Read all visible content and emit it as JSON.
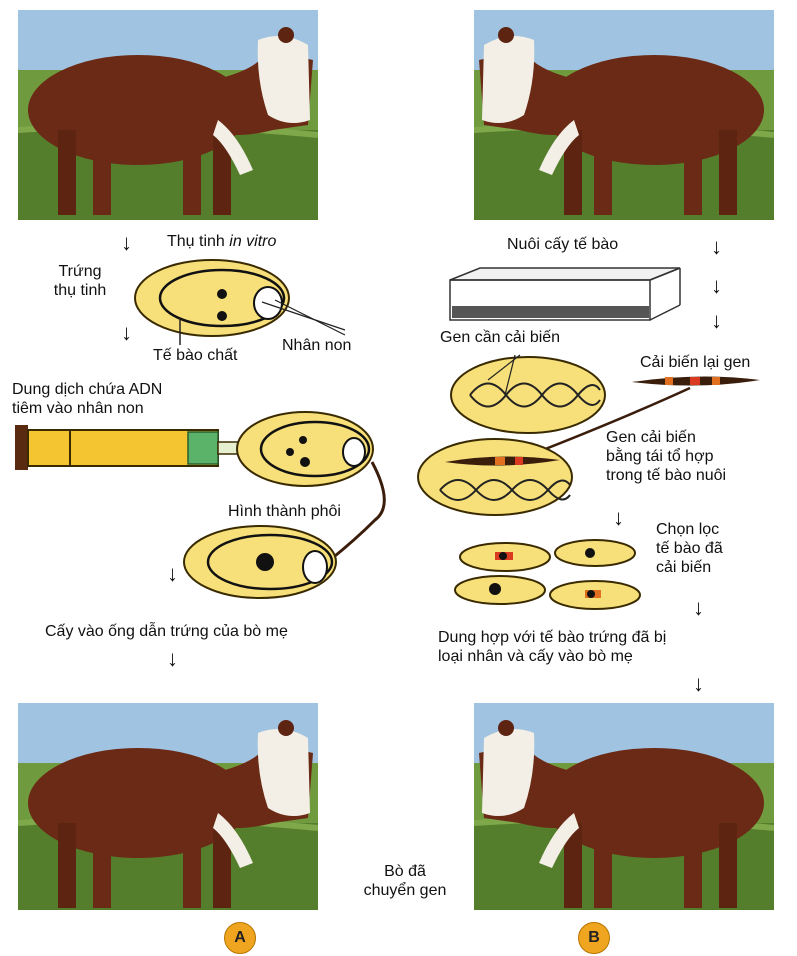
{
  "panel_a": {
    "badge": "A",
    "fertilization": "Thụ tinh ",
    "fertilization_italic": "in vitro",
    "fertilized_egg": "Trứng\nthụ tinh",
    "cytoplasm": "Tế bào chất",
    "pronucleus": "Nhân non",
    "dna_solution": "Dung dịch chứa ADN\ntiêm vào nhân non",
    "embryo_formation": "Hình thành phôi",
    "transfer": "Cấy vào ống dẫn trứng của bò mẹ"
  },
  "panel_b": {
    "badge": "B",
    "cell_culture": "Nuôi cấy tế bào",
    "target_gene": "Gen cần cải biến",
    "modified_gene": "Cải biến lại gen",
    "recombination": "Gen cải biến\nbằng tái tổ hợp\ntrong tế bào nuôi",
    "selection": "Chọn lọc\ntế bào đã\ncải biến",
    "fusion": "Dung hợp với tế bào trứng đã bị\nloại nhân và cấy vào bò mẹ"
  },
  "result": "Bò đã\nchuyển gen",
  "icons": [
    "cow-photo",
    "fertilized-egg-cell",
    "syringe-icon",
    "culture-dish-icon",
    "dna-helix-icon",
    "down-arrow-icon"
  ],
  "colors": {
    "cell_fill": "#f7e07a",
    "syringe_fill": "#f4c531",
    "badge": "#f0a520",
    "cow_brown": "#6b2a16"
  }
}
